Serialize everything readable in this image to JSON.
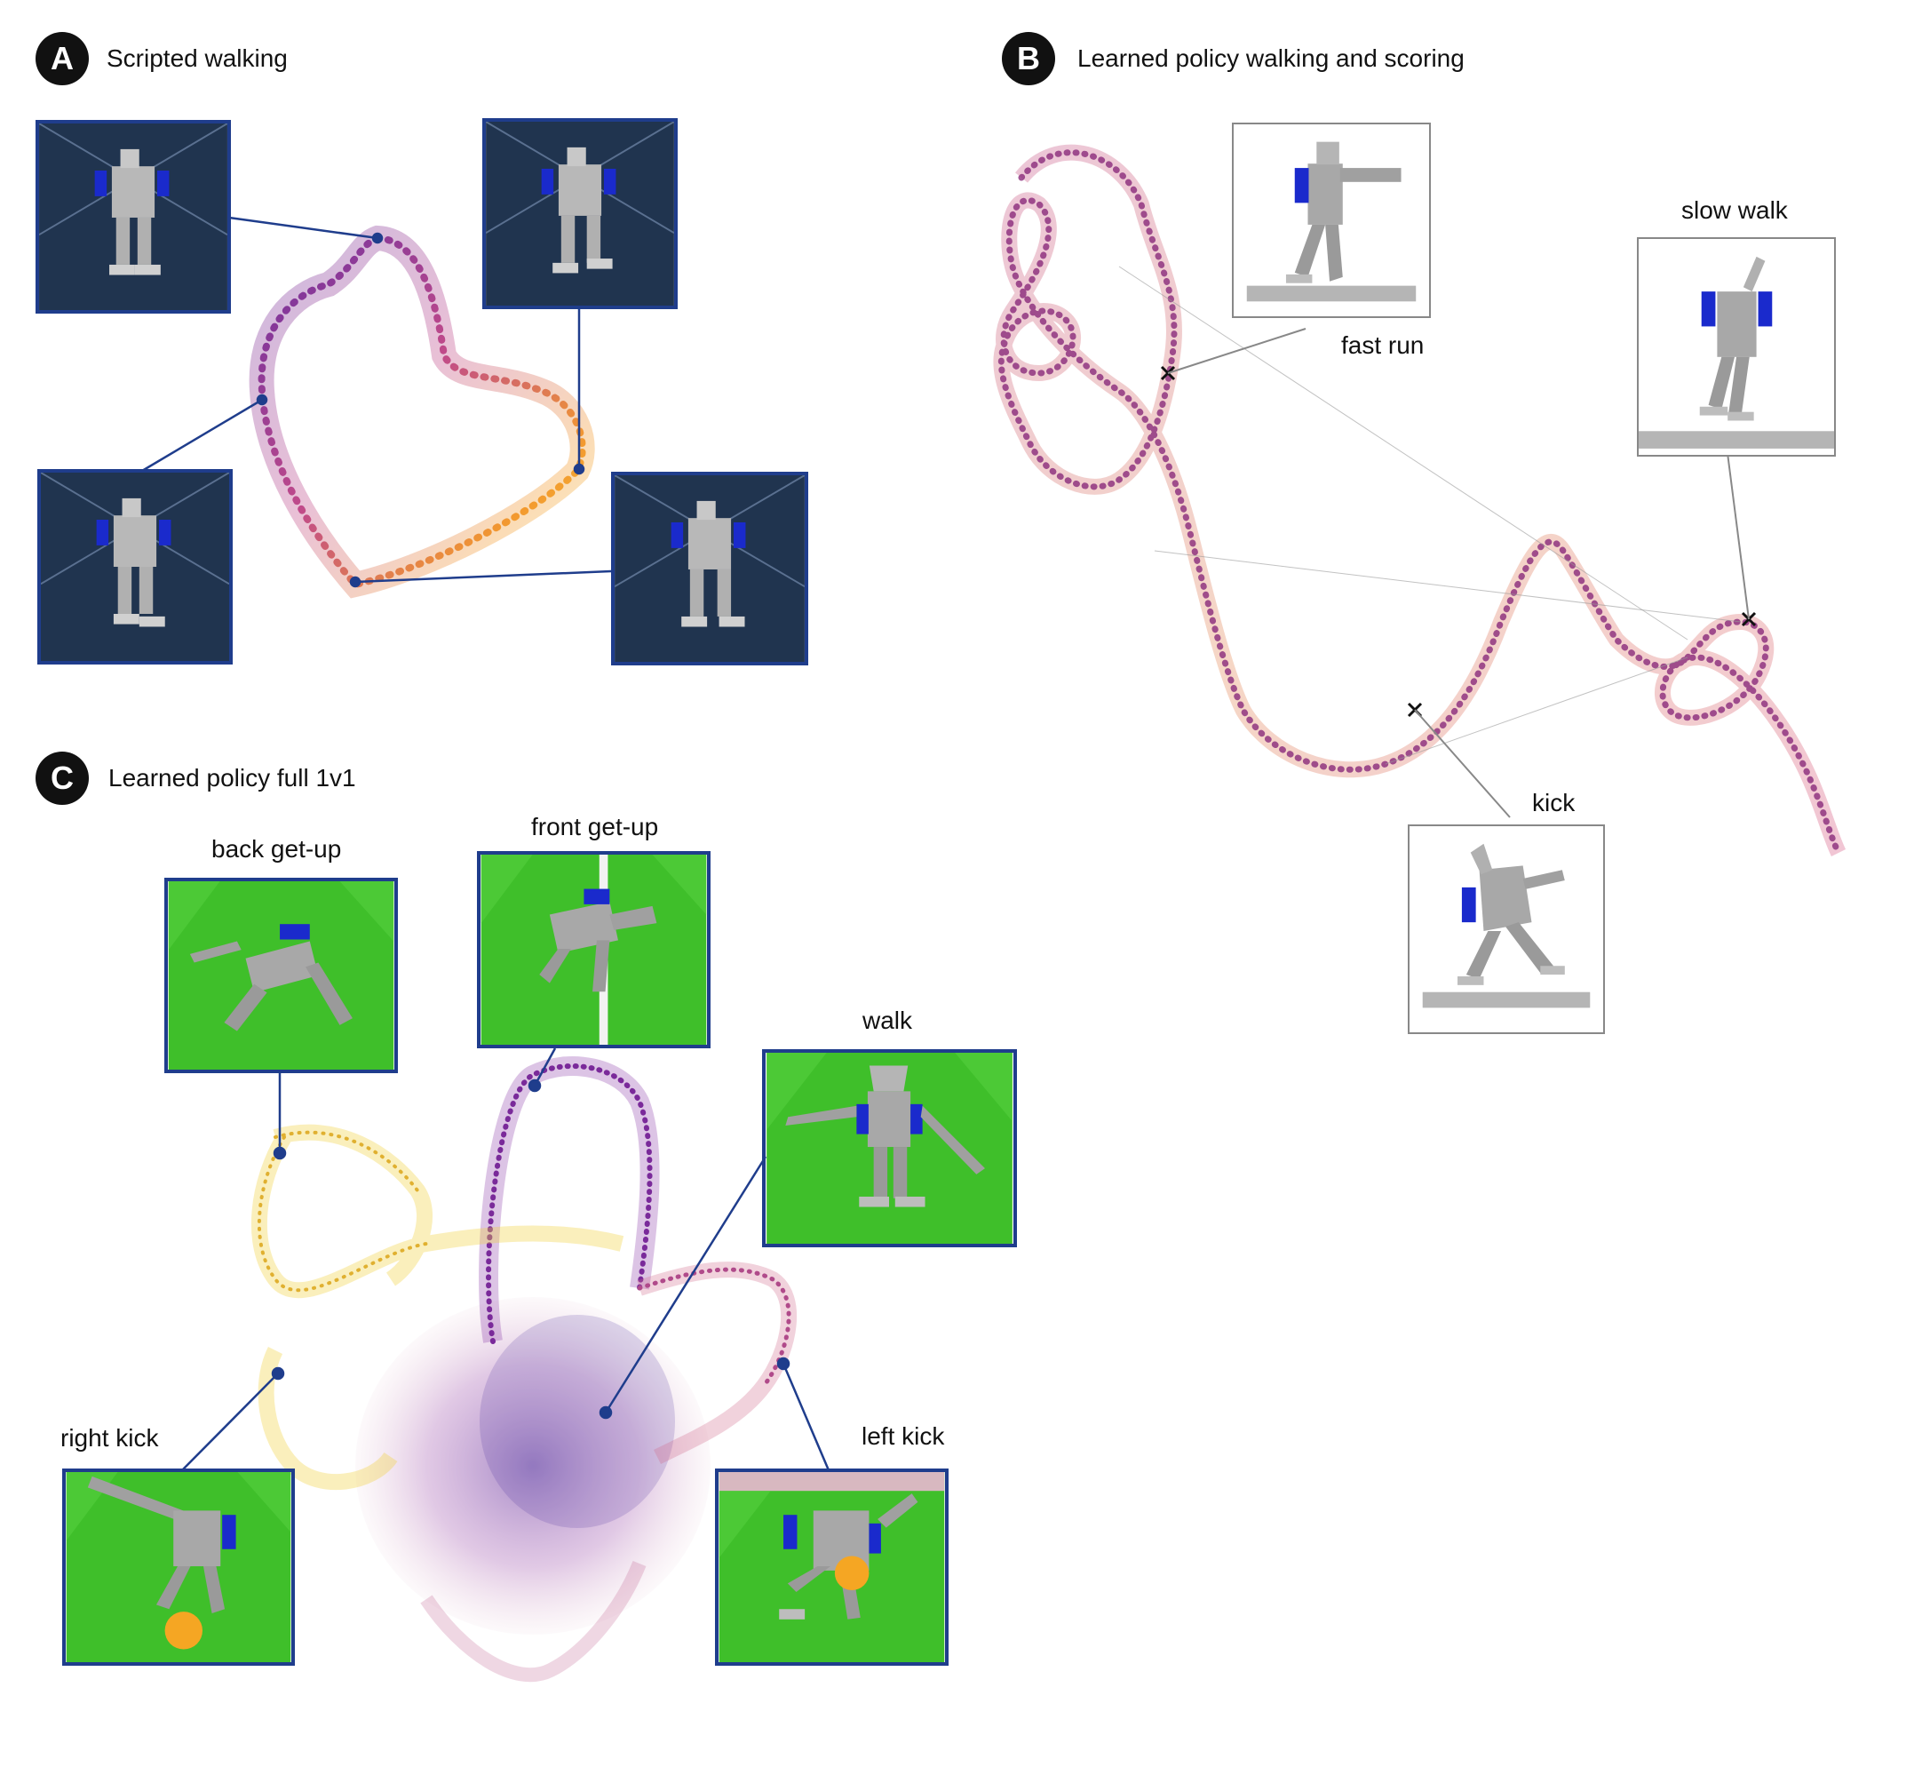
{
  "panels": {
    "a": {
      "badge": "A",
      "title": "Scripted walking"
    },
    "b": {
      "badge": "B",
      "title": "Learned policy walking and scoring"
    },
    "c": {
      "badge": "C",
      "title": "Learned policy full 1v1"
    }
  },
  "labels": {
    "fast_run": "fast run",
    "slow_walk": "slow walk",
    "kick_b": "kick",
    "back_getup": "back get-up",
    "front_getup": "front get-up",
    "walk": "walk",
    "right_kick": "right kick",
    "left_kick": "left kick"
  },
  "colors": {
    "connector": "#1f3d8c",
    "thumb_blue_bg": "#20344f",
    "field_green": "#3fbf2a",
    "trail_purple": "#7a2a9a",
    "trail_orange": "#f39a2e",
    "trail_yellow": "#f0d040",
    "ball": "#f5a623",
    "marker": "#111111"
  }
}
